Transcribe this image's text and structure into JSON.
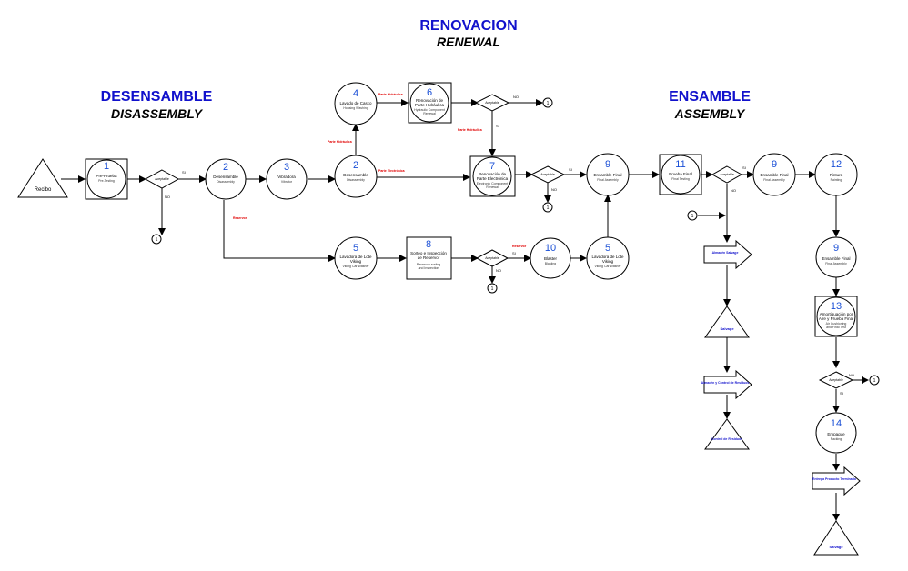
{
  "headings": {
    "renovacion": "RENOVACION",
    "renewal": "RENEWAL",
    "desensamble": "DESENSAMBLE",
    "disassembly": "DISASSEMBLY",
    "ensamble": "ENSAMBLE",
    "assembly": "ASSEMBLY"
  },
  "colors": {
    "number": "#1a4fd6",
    "line": "#000000",
    "red": "#e00000",
    "heading": "#1111cc"
  },
  "labels": {
    "si": "SI",
    "no": "NO",
    "one": "1",
    "recibo": "Recibo",
    "n1": "1",
    "prueba": "Pre-Prueba",
    "prueba_en": "Pre-Testing",
    "n2": "2",
    "desensamble": "Desensamble",
    "disassembly": "Disassembly",
    "n3": "3",
    "vibradora": "Vibradora",
    "vibrator": "Vibrator",
    "n4": "4",
    "lavado_casco": "Lavado de Casco",
    "housing_wash": "Housing Washing",
    "n5": "5",
    "lavadora_lote": "Lavadora de Lote",
    "viking": "Viking",
    "lote_en": "Viking Car Washer",
    "n6": "6",
    "renov_hidr": "Renovación de",
    "renov_hidr2": "Parte Hidráulica",
    "hidr_en": "Hydraulic Component",
    "renewal": "Renewal",
    "n7": "7",
    "renov_elec": "Renovación de",
    "renov_elec2": "Parte Electrónica",
    "elec_en": "Electronic Component",
    "renewal7": "Renewal",
    "n8": "8",
    "sorteo": "Sorteo e Inspección",
    "reservor": "de Reservor",
    "sorteo_en": "Reservoir sorting",
    "sorteo_en2": "and Inspection",
    "n9": "9",
    "ensamble_final": "Ensamble Final",
    "final_assembly": "Final Assembly",
    "n10": "10",
    "blaster": "Blaster",
    "blasting": "Blasting",
    "n11": "11",
    "prueba_final": "Prueba Final",
    "final_testing": "Final Testing",
    "n12": "12",
    "pintura": "Pintura",
    "painting": "Painting",
    "n13": "13",
    "aventajar": "Amortiguación por",
    "aire": "Aire y Prueba Final",
    "aire_en": "Air Cushioning",
    "aire_en2": "and Final Test",
    "n14": "14",
    "empaque": "Empaque",
    "packing": "Packing",
    "aceptable": "Aceptable",
    "parte_hidraulica": "Parte Hidráulica",
    "parte_electronica": "Parte Electrónica",
    "reservor_lbl": "Reservor",
    "salvage": "Salvage",
    "scrap_control": "Control de Residuos",
    "almacen_scrap": "Almacén y Control de Residuos",
    "almacen_salvage": "Almacén Salvage",
    "entrega": "Entrega Producto Terminado"
  }
}
